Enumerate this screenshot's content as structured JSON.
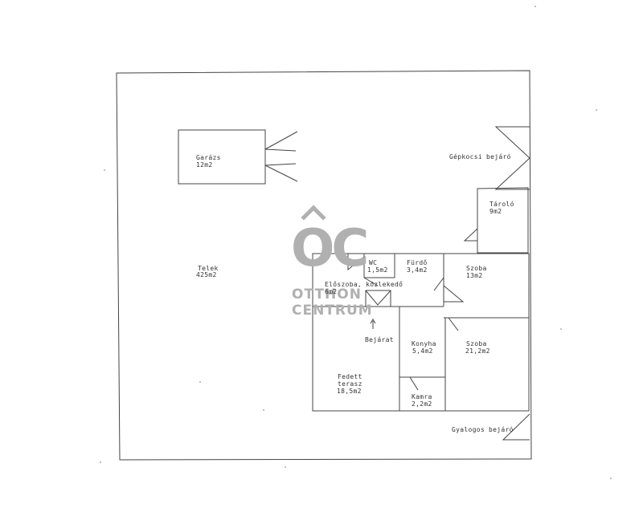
{
  "watermark": {
    "logo": "OC",
    "line1": "OTTHON",
    "line2": "CENTRUM"
  },
  "rooms": {
    "garage": {
      "name": "Garázs",
      "area": "12m2"
    },
    "plot": {
      "name": "Telek",
      "area": "425m2"
    },
    "car_entrance": {
      "name": "Gépkocsi bejáró"
    },
    "storage": {
      "name": "Tároló",
      "area": "9m2"
    },
    "wc": {
      "name": "WC",
      "area": "1,5m2"
    },
    "bathroom": {
      "name": "Fürdő",
      "area": "3,4m2"
    },
    "room1": {
      "name": "Szoba",
      "area": "13m2"
    },
    "hallway": {
      "name": "Előszoba, közlekedő",
      "area": "6m2"
    },
    "entrance": {
      "name": "Bejárat"
    },
    "kitchen": {
      "name": "Konyha",
      "area": "5,4m2"
    },
    "room2": {
      "name": "Szoba",
      "area": "21,2m2"
    },
    "terrace": {
      "name": "Fedett",
      "name2": "terasz",
      "area": "18,5m2"
    },
    "pantry": {
      "name": "Kamra",
      "area": "2,2m2"
    },
    "pedestrian_entrance": {
      "name": "Gyalogos bejáró"
    }
  }
}
